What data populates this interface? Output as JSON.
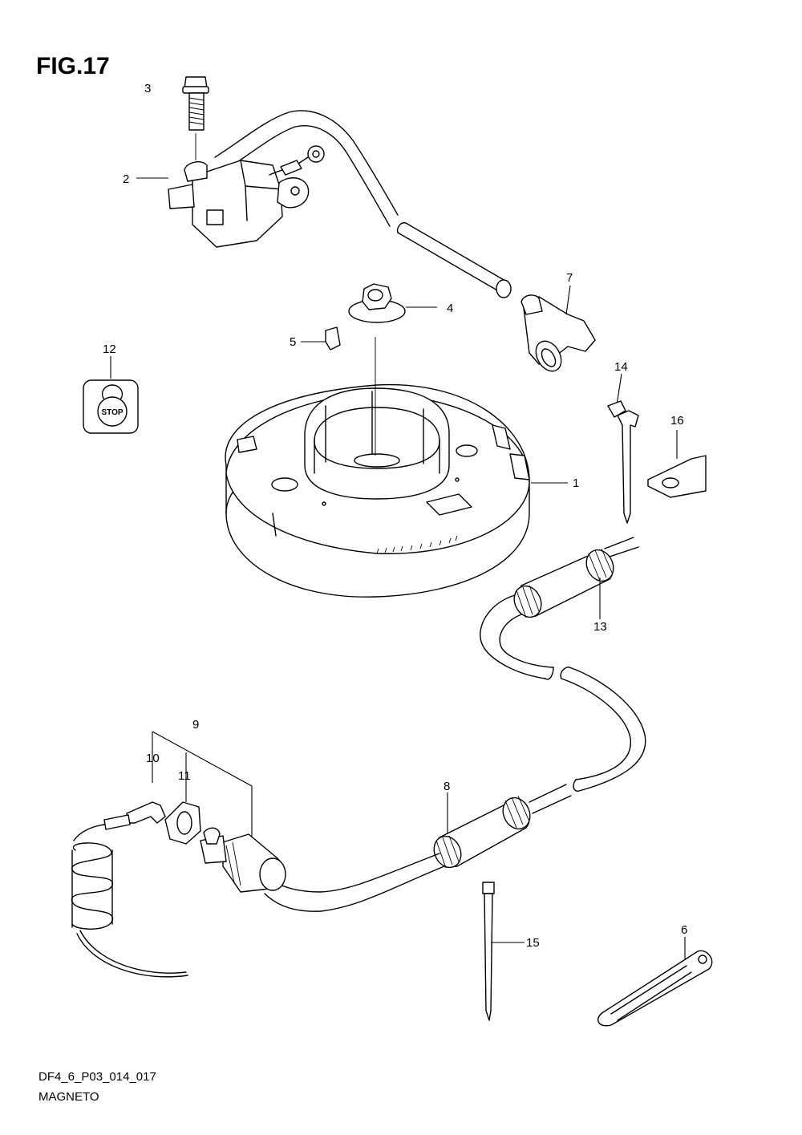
{
  "figure": {
    "title": "FIG.17",
    "code": "DF4_6_P03_014_017",
    "name": "MAGNETO"
  },
  "callouts": [
    {
      "id": "1",
      "label": "1"
    },
    {
      "id": "2",
      "label": "2"
    },
    {
      "id": "3",
      "label": "3"
    },
    {
      "id": "4",
      "label": "4"
    },
    {
      "id": "5",
      "label": "5"
    },
    {
      "id": "6",
      "label": "6"
    },
    {
      "id": "7",
      "label": "7"
    },
    {
      "id": "8",
      "label": "8"
    },
    {
      "id": "9",
      "label": "9"
    },
    {
      "id": "10",
      "label": "10"
    },
    {
      "id": "11",
      "label": "11"
    },
    {
      "id": "12",
      "label": "12"
    },
    {
      "id": "13",
      "label": "13"
    },
    {
      "id": "14",
      "label": "14"
    },
    {
      "id": "15",
      "label": "15"
    },
    {
      "id": "16",
      "label": "16"
    }
  ],
  "stop_switch_label": "STOP"
}
